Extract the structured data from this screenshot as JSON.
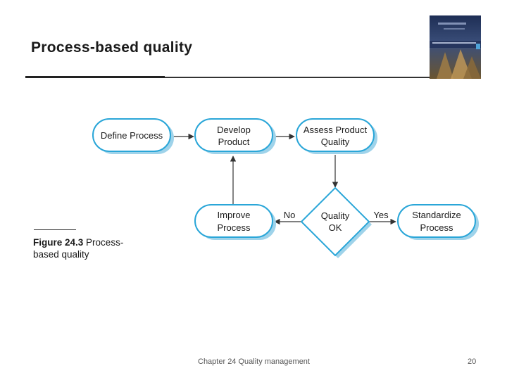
{
  "slide": {
    "title": "Process-based quality",
    "footer": "Chapter 24 Quality management",
    "page_number": "20"
  },
  "diagram": {
    "nodes": [
      {
        "id": "define",
        "lines": [
          "Define Process"
        ]
      },
      {
        "id": "develop",
        "lines": [
          "Develop",
          "Product"
        ]
      },
      {
        "id": "assess",
        "lines": [
          "Assess Product",
          "Quality"
        ]
      },
      {
        "id": "quality_ok",
        "lines": [
          "Quality",
          "OK"
        ]
      },
      {
        "id": "improve",
        "lines": [
          "Improve",
          "Process"
        ]
      },
      {
        "id": "standardize",
        "lines": [
          "Standardize",
          "Process"
        ]
      }
    ],
    "edges": [
      {
        "from": "define",
        "to": "develop",
        "label": ""
      },
      {
        "from": "develop",
        "to": "assess",
        "label": ""
      },
      {
        "from": "assess",
        "to": "quality_ok",
        "label": ""
      },
      {
        "from": "quality_ok",
        "to": "improve",
        "label": "No"
      },
      {
        "from": "quality_ok",
        "to": "standardize",
        "label": "Yes"
      },
      {
        "from": "improve",
        "to": "develop",
        "label": ""
      }
    ]
  },
  "caption": {
    "figure_label": "Figure 24.3",
    "text": "Process-based quality"
  },
  "colors": {
    "node_fill": "#ffffff",
    "node_border": "#2aa6d8",
    "node_shadow": "#9fd3ea",
    "arrow": "#333333"
  },
  "icons": {
    "book_cover": "book-cover-image"
  }
}
